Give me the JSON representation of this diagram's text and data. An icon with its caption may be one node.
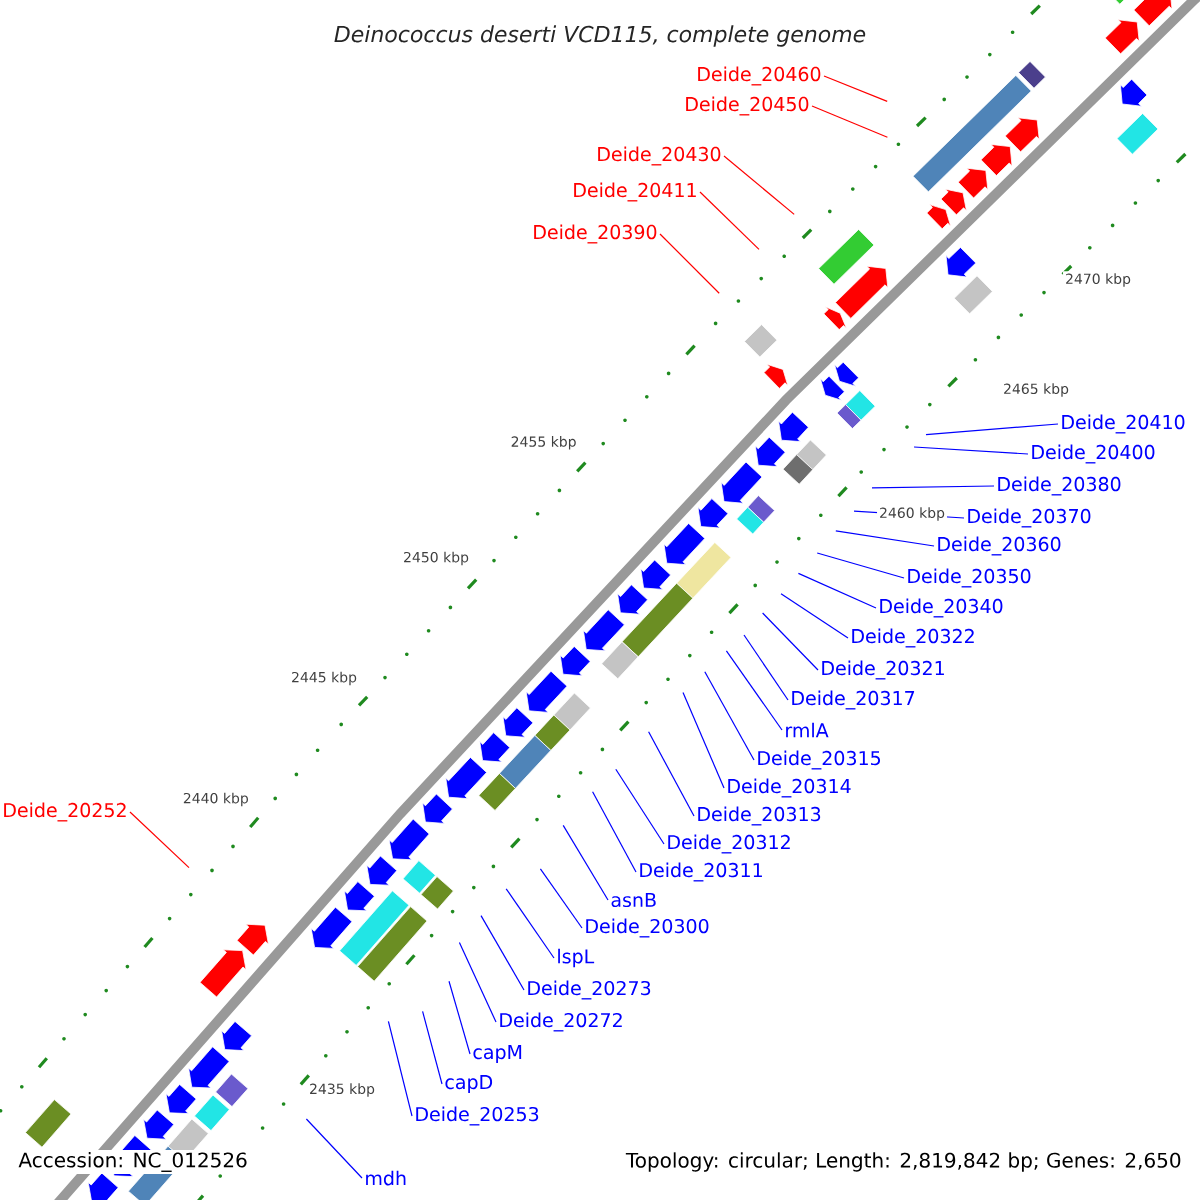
{
  "diagram": {
    "title": "Deinococcus deserti VCD115, complete genome",
    "nodes": [
      {
        "text": [
          "Deide_20460"
        ]
      },
      {
        "text": [
          "Deide_20450"
        ]
      },
      {
        "text": [
          "Deide_20430"
        ]
      },
      {
        "text": [
          "Deide_20411"
        ]
      },
      {
        "text": [
          "Deide_20390"
        ]
      },
      {
        "text": [
          "Deide_20410"
        ]
      },
      {
        "text": [
          "Deide_20400"
        ]
      },
      {
        "text": [
          "Deide_20380"
        ]
      },
      {
        "text": [
          "Deide_20370"
        ]
      },
      {
        "text": [
          "Deide_20360"
        ]
      },
      {
        "text": [
          "Deide_20350"
        ]
      },
      {
        "text": [
          "Deide_20340"
        ]
      },
      {
        "text": [
          "Deide_20322"
        ]
      },
      {
        "text": [
          "Deide_20321"
        ]
      },
      {
        "text": [
          "Deide_20317"
        ]
      },
      {
        "text": [
          "rmlA"
        ]
      },
      {
        "text": [
          "Deide_20315"
        ]
      },
      {
        "text": [
          "Deide_20314"
        ]
      },
      {
        "text": [
          "Deide_20252"
        ]
      },
      {
        "text": [
          "Deide_20313"
        ]
      },
      {
        "text": [
          "Deide_20312"
        ]
      },
      {
        "text": [
          "Deide_20311"
        ]
      },
      {
        "text": [
          "asnB"
        ]
      },
      {
        "text": [
          "Deide_20300"
        ]
      },
      {
        "text": [
          "lspL"
        ]
      },
      {
        "text": [
          "Deide_20273"
        ]
      },
      {
        "text": [
          "Deide_20272"
        ]
      },
      {
        "text": [
          "capM"
        ]
      },
      {
        "text": [
          "capD"
        ]
      },
      {
        "text": [
          "Deide_20253"
        ]
      },
      {
        "text": [
          "mdh"
        ]
      }
    ],
    "edges": [
      {
        "from": 0,
        "to": null,
        "arrow": "none",
        "color": "#ff0000"
      },
      {
        "from": 1,
        "to": null,
        "arrow": "none",
        "color": "#ff0000"
      },
      {
        "from": 2,
        "to": null,
        "arrow": "none",
        "color": "#ff0000"
      },
      {
        "from": 3,
        "to": null,
        "arrow": "none",
        "color": "#ff0000"
      },
      {
        "from": 4,
        "to": null,
        "arrow": "none",
        "color": "#ff0000"
      },
      {
        "from": 5,
        "to": null,
        "arrow": "none"
      },
      {
        "from": 6,
        "to": null,
        "arrow": "none"
      },
      {
        "from": 7,
        "to": null,
        "arrow": "none"
      },
      {
        "from": 8,
        "to": null,
        "arrow": "none"
      },
      {
        "from": 9,
        "to": null,
        "arrow": "none"
      },
      {
        "from": 10,
        "to": null,
        "arrow": "none"
      },
      {
        "from": 11,
        "to": null,
        "arrow": "none"
      },
      {
        "from": 12,
        "to": null,
        "arrow": "none"
      },
      {
        "from": 13,
        "to": null,
        "arrow": "none"
      },
      {
        "from": 14,
        "to": null,
        "arrow": "none"
      },
      {
        "from": 15,
        "to": null,
        "arrow": "none"
      },
      {
        "from": 16,
        "to": null,
        "arrow": "none"
      },
      {
        "from": 17,
        "to": null,
        "arrow": "none"
      },
      {
        "from": 18,
        "to": null,
        "arrow": "none",
        "color": "#ff0000"
      },
      {
        "from": 19,
        "to": null,
        "arrow": "none"
      },
      {
        "from": 20,
        "to": null,
        "arrow": "none"
      },
      {
        "from": 21,
        "to": null,
        "arrow": "none"
      },
      {
        "from": 22,
        "to": null,
        "arrow": "none"
      },
      {
        "from": 23,
        "to": null,
        "arrow": "none"
      },
      {
        "from": 24,
        "to": null,
        "arrow": "none"
      },
      {
        "from": 25,
        "to": null,
        "arrow": "none"
      },
      {
        "from": 26,
        "to": null,
        "arrow": "none"
      },
      {
        "from": 27,
        "to": null,
        "arrow": "none"
      },
      {
        "from": 28,
        "to": null,
        "arrow": "none"
      },
      {
        "from": 29,
        "to": null,
        "arrow": "none"
      },
      {
        "from": 30,
        "to": null,
        "arrow": "none"
      }
    ],
    "labels": [
      "2470 kbp",
      "2465 kbp",
      "2460 kbp",
      "2455 kbp",
      "2450 kbp",
      "2445 kbp",
      "2440 kbp",
      "2435 kbp",
      "Accession: NC_012526",
      "Topology: circular; Length: 2,819,842 bp; Genes: 2,650"
    ]
  }
}
